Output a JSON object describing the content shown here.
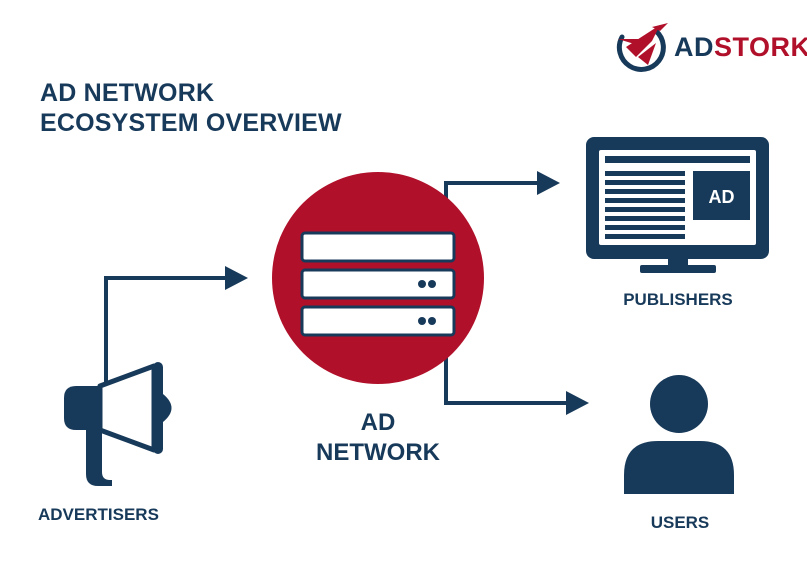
{
  "title": {
    "line1": "AD NETWORK",
    "line2": "ECOSYSTEM OVERVIEW"
  },
  "logo": {
    "part1": "AD",
    "part2": "STORK"
  },
  "nodes": {
    "ad_network": {
      "line1": "AD",
      "line2": "NETWORK"
    },
    "advertisers": {
      "label": "ADVERTISERS"
    },
    "publishers": {
      "label": "PUBLISHERS",
      "screen_badge": "AD"
    },
    "users": {
      "label": "USERS"
    }
  },
  "colors": {
    "navy": "#183a5a",
    "red": "#b0102a",
    "white": "#ffffff"
  }
}
